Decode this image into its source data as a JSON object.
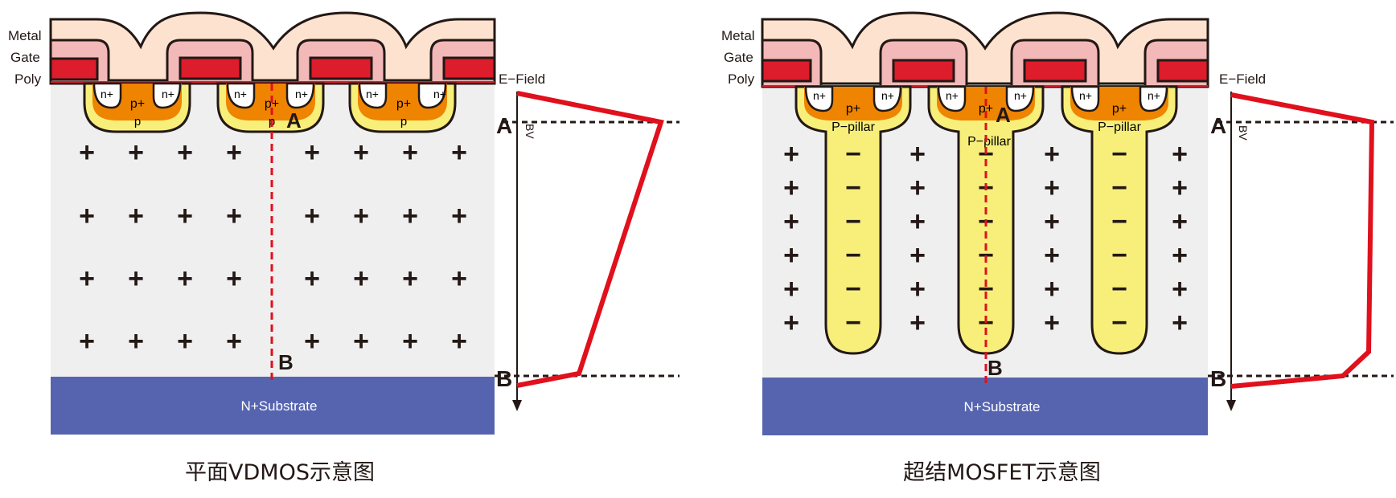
{
  "left": {
    "caption": "平面VDMOS示意图",
    "labels": {
      "metal": "Metal",
      "gate": "Gate",
      "poly": "Poly",
      "efield": "E−Field",
      "point_a": "A",
      "point_b": "B",
      "bv": "BV",
      "substrate": "N+Substrate"
    },
    "cells": [
      {
        "source_left": "n+",
        "source_right": "n+",
        "body_top": "p+",
        "body_bottom": "p"
      },
      {
        "source_left": "n+",
        "source_right": "n+",
        "body_top": "p+",
        "body_bottom": "p"
      },
      {
        "source_left": "n+",
        "source_right": "n+",
        "body_top": "p+",
        "body_bottom": "p"
      }
    ],
    "drift_sign": "+"
  },
  "right": {
    "caption": "超结MOSFET示意图",
    "labels": {
      "metal": "Metal",
      "gate": "Gate",
      "poly": "Poly",
      "efield": "E−Field",
      "point_a": "A",
      "point_b": "B",
      "bv": "BV",
      "substrate": "N+Substrate"
    },
    "cells": [
      {
        "source_left": "n+",
        "source_right": "n+",
        "body_top": "p+",
        "pillar": "P−pillar"
      },
      {
        "source_left": "n+",
        "source_right": "n+",
        "body_top": "p+",
        "pillar": "P−pillar"
      },
      {
        "source_left": "n+",
        "source_right": "n+",
        "body_top": "p+",
        "pillar": "P−pillar"
      }
    ],
    "n_sign": "+",
    "p_sign": "−"
  },
  "colors": {
    "metal": "#fde3cf",
    "gate_oxide": "#f3b8b8",
    "poly": "#dd1c2c",
    "p_plus": "#ef8400",
    "p_region": "#f7ef7a",
    "drift": "#efefef",
    "substrate": "#5664b0",
    "efield": "#e0101c",
    "outline": "#231815"
  }
}
